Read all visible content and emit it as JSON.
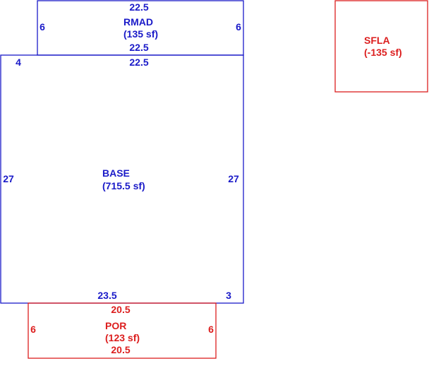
{
  "colors": {
    "blue": "#1a1ac8",
    "red": "#dc1e1e"
  },
  "areas": {
    "rmad": {
      "name": "RMAD",
      "area": "(135 sf)",
      "dim_top": "22.5",
      "dim_bottom": "22.5",
      "dim_left": "6",
      "dim_right": "6"
    },
    "base": {
      "name": "BASE",
      "area": "(715.5 sf)",
      "dim_top": "22.5",
      "dim_top_left": "4",
      "dim_left": "27",
      "dim_right": "27",
      "dim_bottom": "23.5",
      "dim_bottom_right": "3"
    },
    "por": {
      "name": "POR",
      "area": "(123 sf)",
      "dim_top": "20.5",
      "dim_bottom": "20.5",
      "dim_left": "6",
      "dim_right": "6"
    },
    "sfla": {
      "name": "SFLA",
      "area": "(-135 sf)"
    }
  }
}
